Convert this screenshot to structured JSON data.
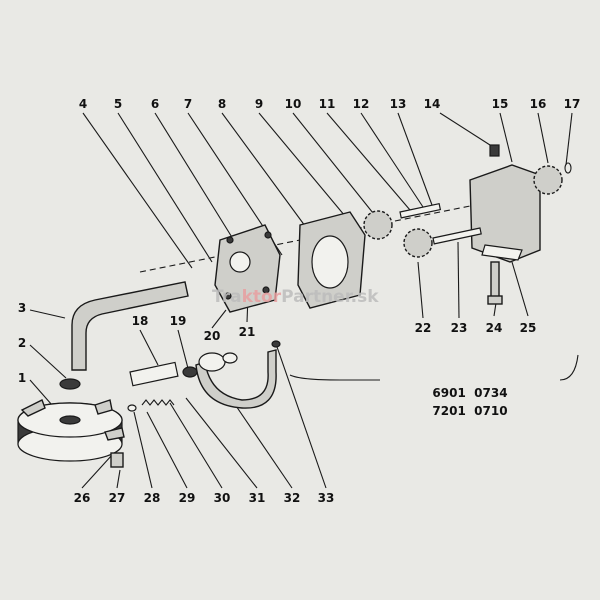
{
  "part_numbers": [
    "1",
    "2",
    "3",
    "4",
    "5",
    "6",
    "7",
    "8",
    "9",
    "10",
    "11",
    "12",
    "13",
    "14",
    "15",
    "16",
    "17",
    "18",
    "19",
    "20",
    "21",
    "22",
    "23",
    "24",
    "25",
    "26",
    "27",
    "28",
    "29",
    "30",
    "31",
    "32",
    "33"
  ],
  "assembly_codes": [
    "6901  0734",
    "7201  0710"
  ],
  "watermark": {
    "prefix": "Tra",
    "highlight": "ktor",
    "suffix": "Partner.sk",
    "prefix_color": "#bdbdbd",
    "highlight_color": "#e8a0a0",
    "suffix_color": "#bdbdbd"
  }
}
